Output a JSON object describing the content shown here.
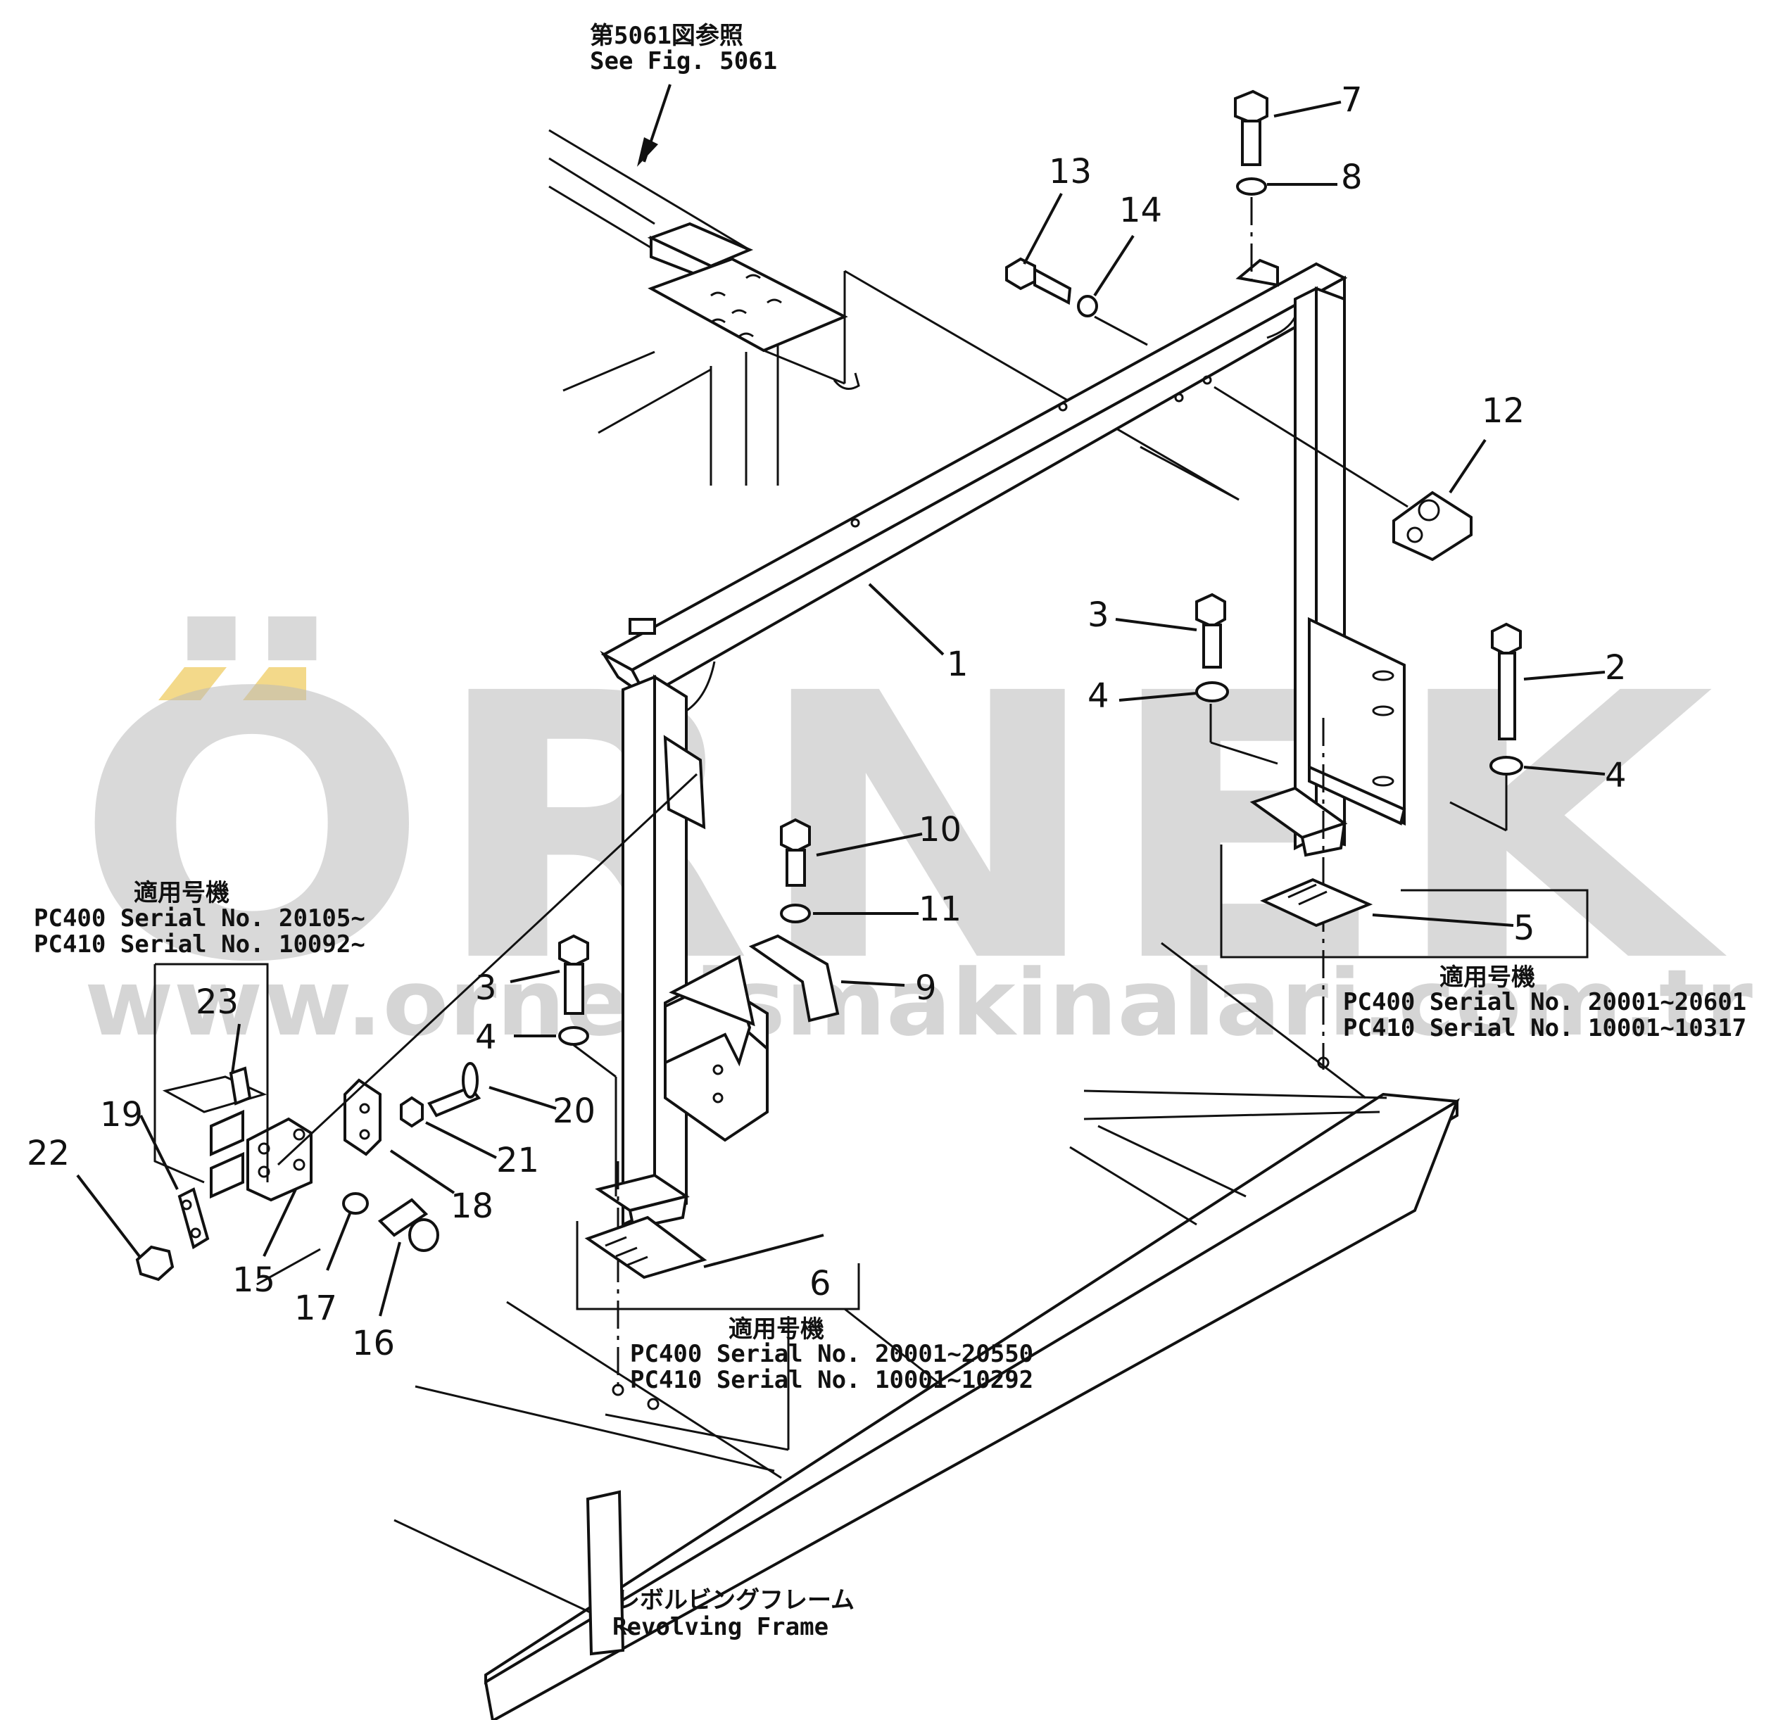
{
  "watermark": {
    "brand": "ÖRNEK",
    "url": "www.ornekismakinalari.com.tr",
    "brand_color": "#b9b9b9",
    "accent_color": "#f3d98a"
  },
  "references": {
    "see_fig_jp": "第5061図参照",
    "see_fig_en": "See Fig. 5061",
    "frame_jp": "レボルビングフレーム",
    "frame_en": "Revolving Frame"
  },
  "serial_notes": {
    "left": {
      "heading": "適用号機",
      "lines": [
        "PC400 Serial No. 20105~",
        "PC410 Serial No. 10092~"
      ]
    },
    "right": {
      "heading": "適用号機",
      "lines": [
        "PC400 Serial No. 20001~20601",
        "PC410 Serial No. 10001~10317"
      ]
    },
    "bottom": {
      "heading": "適用号機",
      "lines": [
        "PC400 Serial No. 20001~20550",
        "PC410 Serial No. 10001~10292"
      ]
    }
  },
  "callouts": {
    "c1": "1",
    "c2": "2",
    "c3a": "3",
    "c3b": "3",
    "c4a": "4",
    "c4b": "4",
    "c4c": "4",
    "c5": "5",
    "c6": "6",
    "c7": "7",
    "c8": "8",
    "c9": "9",
    "c10": "10",
    "c11": "11",
    "c12": "12",
    "c13": "13",
    "c14": "14",
    "c15": "15",
    "c16": "16",
    "c17": "17",
    "c18": "18",
    "c19": "19",
    "c20": "20",
    "c21": "21",
    "c22": "22",
    "c23": "23"
  }
}
